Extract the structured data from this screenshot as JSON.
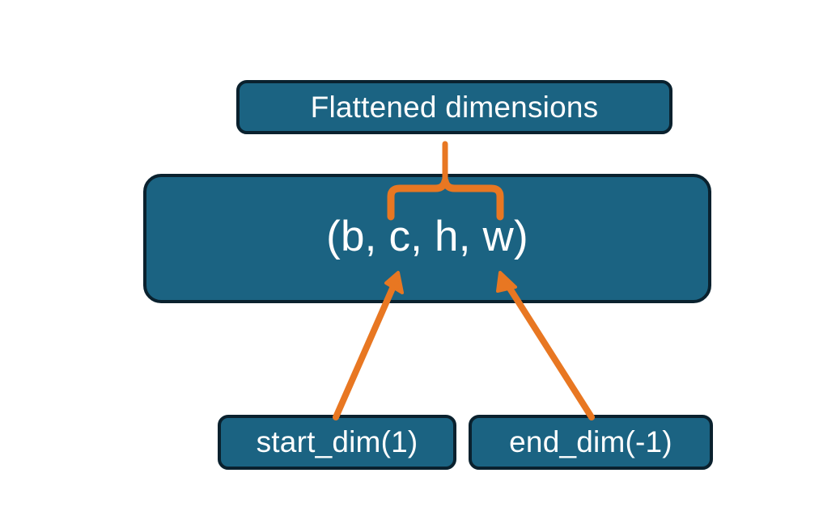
{
  "diagram": {
    "title_node": {
      "label": "Flattened dimensions"
    },
    "shape_node": {
      "label": "(b, c, h, w)"
    },
    "start_node": {
      "label": "start_dim(1)"
    },
    "end_node": {
      "label": "end_dim(-1)"
    },
    "connectors": {
      "brace_label": "brace-over-flattened-dims",
      "start_arrow_label": "arrow-start-dim-to-c",
      "end_arrow_label": "arrow-end-dim-to-w"
    },
    "colors": {
      "node_fill": "#1B6382",
      "node_border": "#0A212E",
      "node_text": "#FFFFFF",
      "connector": "#E87722",
      "background": "#FFFFFF"
    }
  }
}
